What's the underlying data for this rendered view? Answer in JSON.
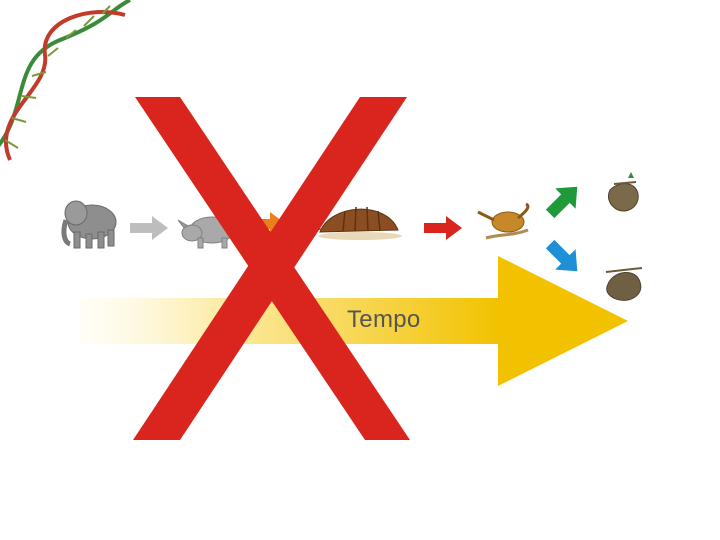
{
  "slide": {
    "time_arrow_label": "Tempo",
    "time_arrow_color": "#F2C200",
    "cross_color": "#D9251D"
  },
  "sequence": {
    "steps": [
      {
        "animal": "elephant",
        "next_arrow_color": "#BDBDBD"
      },
      {
        "animal": "rhinoceros",
        "next_arrow_color": "#E8801E"
      },
      {
        "animal": "armadillo",
        "next_arrow_color": "#D9251D"
      },
      {
        "animal": "anteater"
      }
    ],
    "branches": [
      {
        "arrow_color": "#1E9A3A",
        "direction": "up",
        "animal": "sloth"
      },
      {
        "arrow_color": "#1F8FD6",
        "direction": "down",
        "animal": "sloth"
      }
    ]
  },
  "decoration": {
    "icon": "dna-helix-icon"
  }
}
